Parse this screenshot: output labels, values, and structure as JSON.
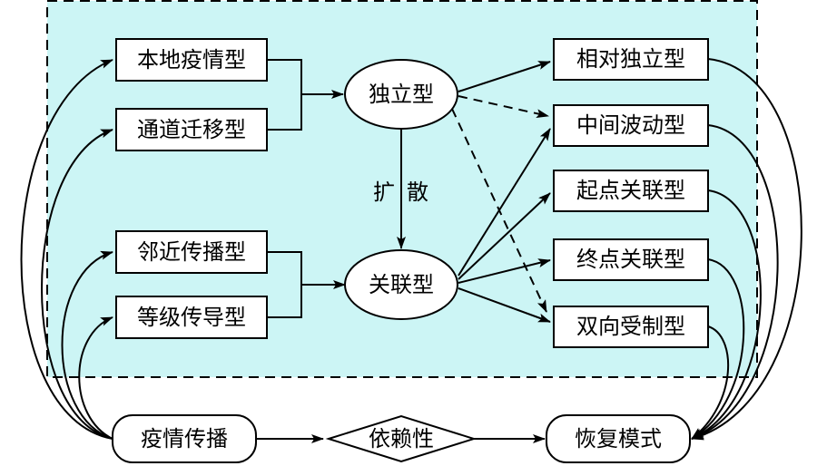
{
  "colors": {
    "region_fill": "#ccf5f5",
    "stroke": "#000000",
    "box_fill": "#ffffff"
  },
  "left_boxes": {
    "local": "本地疫情型",
    "channel": "通道迁移型",
    "neighbor": "邻近传播型",
    "hierarchy": "等级传导型"
  },
  "center": {
    "independent": "独立型",
    "diffusion_char1": "扩",
    "diffusion_char2": "散",
    "associated": "关联型"
  },
  "right_boxes": {
    "relative_independent": "相对独立型",
    "middle_fluctuation": "中间波动型",
    "origin_associated": "起点关联型",
    "end_associated": "终点关联型",
    "bidirectional": "双向受制型"
  },
  "bottom": {
    "spread": "疫情传播",
    "dependency": "依赖性",
    "recovery": "恢复模式"
  }
}
